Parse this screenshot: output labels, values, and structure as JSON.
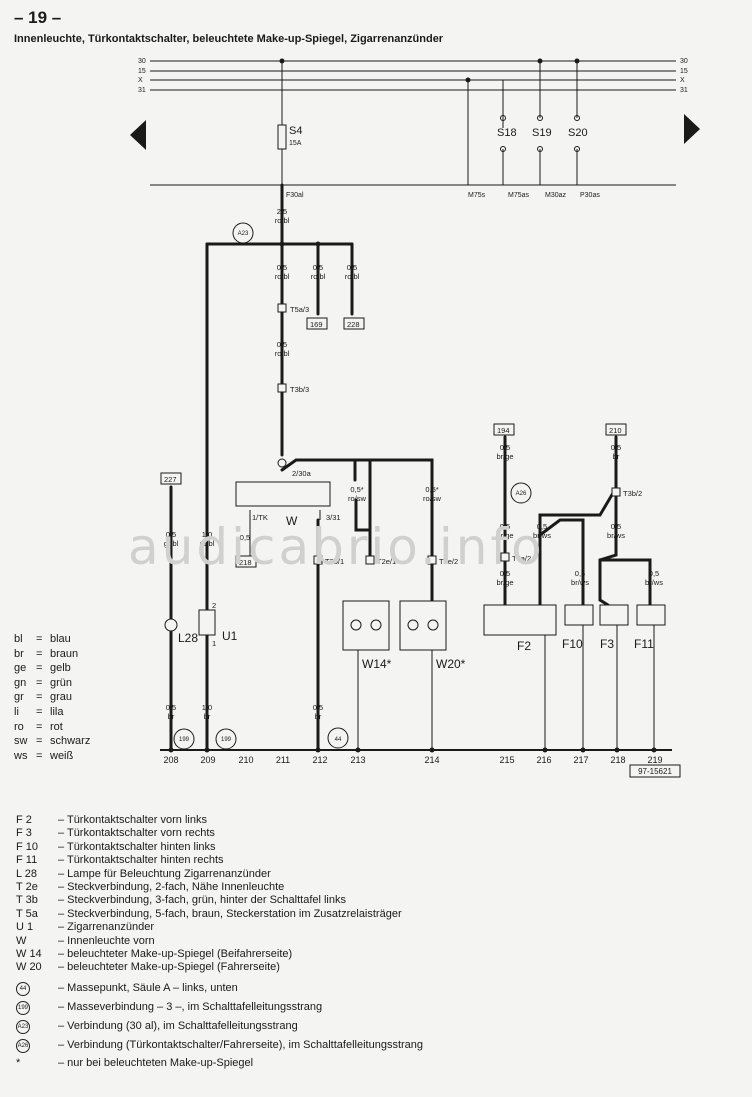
{
  "page_number": "– 19 –",
  "title": "Innenleuchte, Türkontaktschalter, beleuchtete Make-up-Spiegel, Zigarrenanzünder",
  "watermark": "audicabrio.info",
  "bus_labels": [
    "30",
    "15",
    "X",
    "31"
  ],
  "fuses": {
    "s4": {
      "name": "S4",
      "rating": "15A"
    },
    "s18": "S18",
    "s19": "S19",
    "s20": "S20",
    "f30al": "F30al",
    "m75s": "M75s",
    "m75as": "M75as",
    "m30az": "M30az",
    "p30as": "P30as"
  },
  "wire_labels": {
    "w_main_size": "2,5",
    "w_main_col": "ro/bl",
    "w_a_size": "0,5",
    "w_a_col": "ro/bl",
    "w_b_size": "0,5",
    "w_b_col": "ro/bl",
    "w_c_size": "0,5",
    "w_c_col": "ro/bl",
    "w_d_size": "0,5",
    "w_d_col": "ro/bl",
    "w_u1_size": "1,0",
    "w_u1_col": "ro/bl",
    "w_l28_size": "0,5",
    "w_l28_col": "gr/bl",
    "w_w_size": "0,5",
    "w_ro_sw1_size": "0,5*",
    "w_ro_sw1_col": "ro/sw",
    "w_ro_sw2_size": "0,5*",
    "w_ro_sw2_col": "ro/sw",
    "w_br1_size": "0,5",
    "w_br1_col": "br",
    "w_br2_size": "1,0",
    "w_br2_col": "br",
    "w_br3_size": "0,5",
    "w_br3_col": "br",
    "w_brge1_size": "0,5",
    "w_brge1_col": "br/ge",
    "w_brge2_size": "0,5",
    "w_brge2_col": "br/ge",
    "w_brge3_size": "0,5",
    "w_brge3_col": "br/ge",
    "w_brws1_size": "0,5",
    "w_brws1_col": "br/ws",
    "w_brws2_size": "0,5",
    "w_brws2_col": "br/ws",
    "w_brws3_size": "0,5",
    "w_brws3_col": "br/ws",
    "w_brws4_size": "0,5",
    "w_brws4_col": "br/ws",
    "w_210_size": "0,5",
    "w_210_col": "br"
  },
  "connectors": {
    "t5a3": "T5a/3",
    "t3b3": "T3b/3",
    "t3b1": "T3b/1",
    "t2e1": "T2e/1",
    "t2e2": "T2e/2",
    "t5a2": "T5a/2",
    "t3b2": "T3b/2",
    "pin_2_30a": "2/30a",
    "pin_1tk": "1/TK",
    "pin_3_31": "3/31",
    "u1_pin2": "2",
    "u1_pin1": "1"
  },
  "ref_boxes": {
    "r169": "169",
    "r228": "228",
    "r227": "227",
    "r218": "218",
    "r194": "194",
    "r210": "210"
  },
  "ground_markers": {
    "g199a": "199",
    "g199b": "199",
    "g44": "44",
    "a23": "A23",
    "a26": "A26"
  },
  "components": {
    "w": "W",
    "u1": "U1",
    "l28": "L28",
    "w14": "W14*",
    "w20": "W20*",
    "f2": "F2",
    "f10": "F10",
    "f3": "F3",
    "f11": "F11"
  },
  "track_numbers": [
    "208",
    "209",
    "210",
    "211",
    "212",
    "213",
    "214",
    "215",
    "216",
    "217",
    "218",
    "219"
  ],
  "figure_id": "97-15621",
  "color_legend": [
    {
      "code": "bl",
      "name": "blau"
    },
    {
      "code": "br",
      "name": "braun"
    },
    {
      "code": "ge",
      "name": "gelb"
    },
    {
      "code": "gn",
      "name": "grün"
    },
    {
      "code": "gr",
      "name": "grau"
    },
    {
      "code": "li",
      "name": "lila"
    },
    {
      "code": "ro",
      "name": "rot"
    },
    {
      "code": "sw",
      "name": "schwarz"
    },
    {
      "code": "ws",
      "name": "weiß"
    }
  ],
  "component_list": [
    {
      "id": "F 2",
      "desc": "– Türkontaktschalter vorn links"
    },
    {
      "id": "F 3",
      "desc": "– Türkontaktschalter vorn rechts"
    },
    {
      "id": "F 10",
      "desc": "– Türkontaktschalter hinten links"
    },
    {
      "id": "F 11",
      "desc": "– Türkontaktschalter hinten rechts"
    },
    {
      "id": "L 28",
      "desc": "– Lampe für Beleuchtung Zigarrenanzünder"
    },
    {
      "id": "T 2e",
      "desc": "– Steckverbindung, 2-fach, Nähe Innenleuchte"
    },
    {
      "id": "T 3b",
      "desc": "– Steckverbindung, 3-fach, grün, hinter der Schalttafel links"
    },
    {
      "id": "T 5a",
      "desc": "– Steckverbindung, 5-fach, braun, Steckerstation im Zusatzrelaisträger"
    },
    {
      "id": "U 1",
      "desc": "– Zigarrenanzünder"
    },
    {
      "id": "W",
      "desc": "– Innenleuchte vorn"
    },
    {
      "id": "W 14",
      "desc": "– beleuchteter Make-up-Spiegel (Beifahrerseite)"
    },
    {
      "id": "W 20",
      "desc": "– beleuchteter Make-up-Spiegel (Fahrerseite)"
    }
  ],
  "symbol_list": [
    {
      "symbol": "44",
      "desc": "– Massepunkt, Säule A – links, unten"
    },
    {
      "symbol": "199",
      "desc": "– Masseverbindung – 3 –, im Schalttafelleitungsstrang"
    },
    {
      "symbol": "A23",
      "desc": "– Verbindung (30 al), im Schalttafelleitungsstrang"
    },
    {
      "symbol": "A26",
      "desc": "– Verbindung (Türkontaktschalter/Fahrerseite), im Schalttafelleitungsstrang"
    },
    {
      "symbol": "*",
      "desc": "– nur bei beleuchteten Make-up-Spiegel"
    }
  ]
}
